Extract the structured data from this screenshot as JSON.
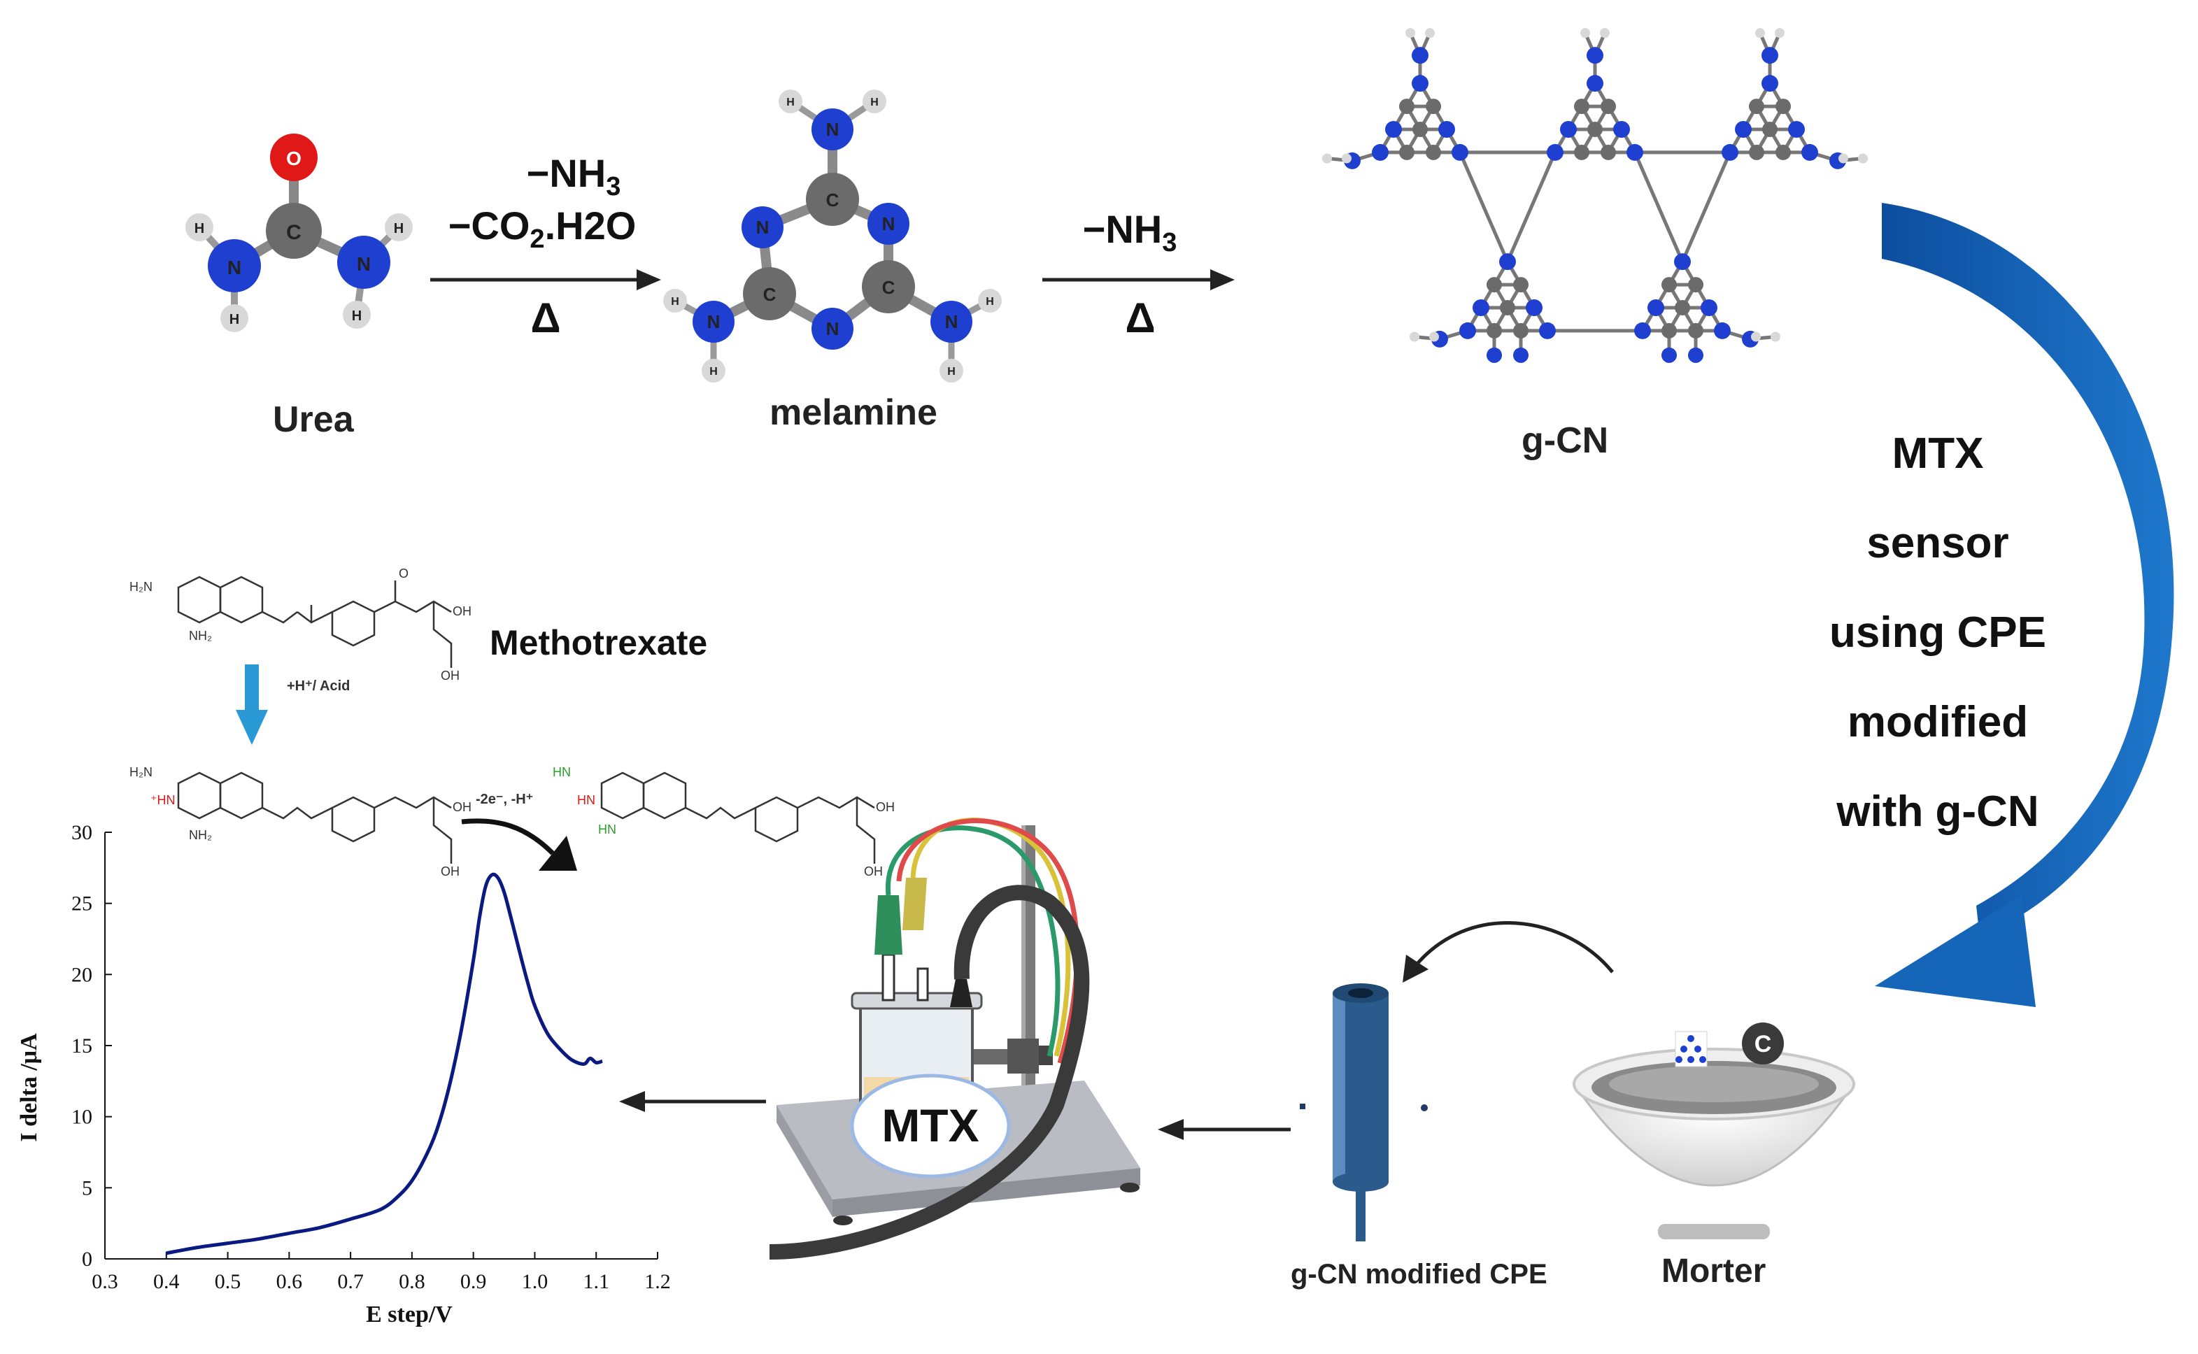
{
  "labels": {
    "urea": "Urea",
    "melamine": "melamine",
    "gcn": "g-CN",
    "methotrexate": "Methotrexate",
    "morter": "Morter",
    "electrode": "g-CN modified CPE",
    "mtx_badge": "MTX",
    "carbon_atom": "C"
  },
  "conditions": {
    "step1_line1": "−NH",
    "step1_line1_sub": "3",
    "step1_line2a": "−CO",
    "step1_line2_sub": "2",
    "step1_line2b": ".H2O",
    "step1_heat": "Δ",
    "step2_line1": "−NH",
    "step2_line1_sub": "3",
    "step2_heat": "Δ"
  },
  "sensor_text": [
    "MTX",
    "sensor",
    "using CPE",
    "modified",
    "with g-CN"
  ],
  "reaction_labels": {
    "protonation": "+H⁺/ Acid",
    "oxidation": "-2e⁻, -H⁺"
  },
  "atoms": {
    "O": "O",
    "N": "N",
    "C": "C",
    "H": "H"
  },
  "colors": {
    "nitrogen": "#1f3fd0",
    "carbon": "#6b6b6b",
    "oxygen": "#e01818",
    "hydrogen": "#d8d8d8",
    "curve": "#0a1a80",
    "arrow_blue": "#1565b8",
    "down_arrow": "#2a9ad6"
  },
  "chart_data": {
    "type": "line",
    "xlabel": "E step/V",
    "ylabel": "I delta /μA",
    "xlim": [
      0.3,
      1.2
    ],
    "ylim": [
      0,
      30
    ],
    "xticks": [
      "0.3",
      "0.4",
      "0.5",
      "0.6",
      "0.7",
      "0.8",
      "0.9",
      "1.0",
      "1.1",
      "1.2"
    ],
    "yticks": [
      "0",
      "5",
      "10",
      "15",
      "20",
      "25",
      "30"
    ],
    "series": [
      {
        "x": [
          0.4,
          0.45,
          0.5,
          0.55,
          0.6,
          0.65,
          0.7,
          0.75,
          0.78,
          0.8,
          0.82,
          0.84,
          0.86,
          0.88,
          0.9,
          0.91,
          0.92,
          0.93,
          0.94,
          0.95,
          0.96,
          0.97,
          0.98,
          0.99,
          1.0,
          1.02,
          1.04,
          1.06,
          1.08,
          1.09,
          1.1,
          1.11
        ],
        "y": [
          0.4,
          0.8,
          1.1,
          1.4,
          1.8,
          2.2,
          2.8,
          3.5,
          4.5,
          5.5,
          7.0,
          9.0,
          12.0,
          16.0,
          21.0,
          24.0,
          26.2,
          27.0,
          26.8,
          25.8,
          24.2,
          22.5,
          20.8,
          19.2,
          17.8,
          15.9,
          14.8,
          14.0,
          13.7,
          14.1,
          13.8,
          13.9
        ]
      }
    ]
  }
}
